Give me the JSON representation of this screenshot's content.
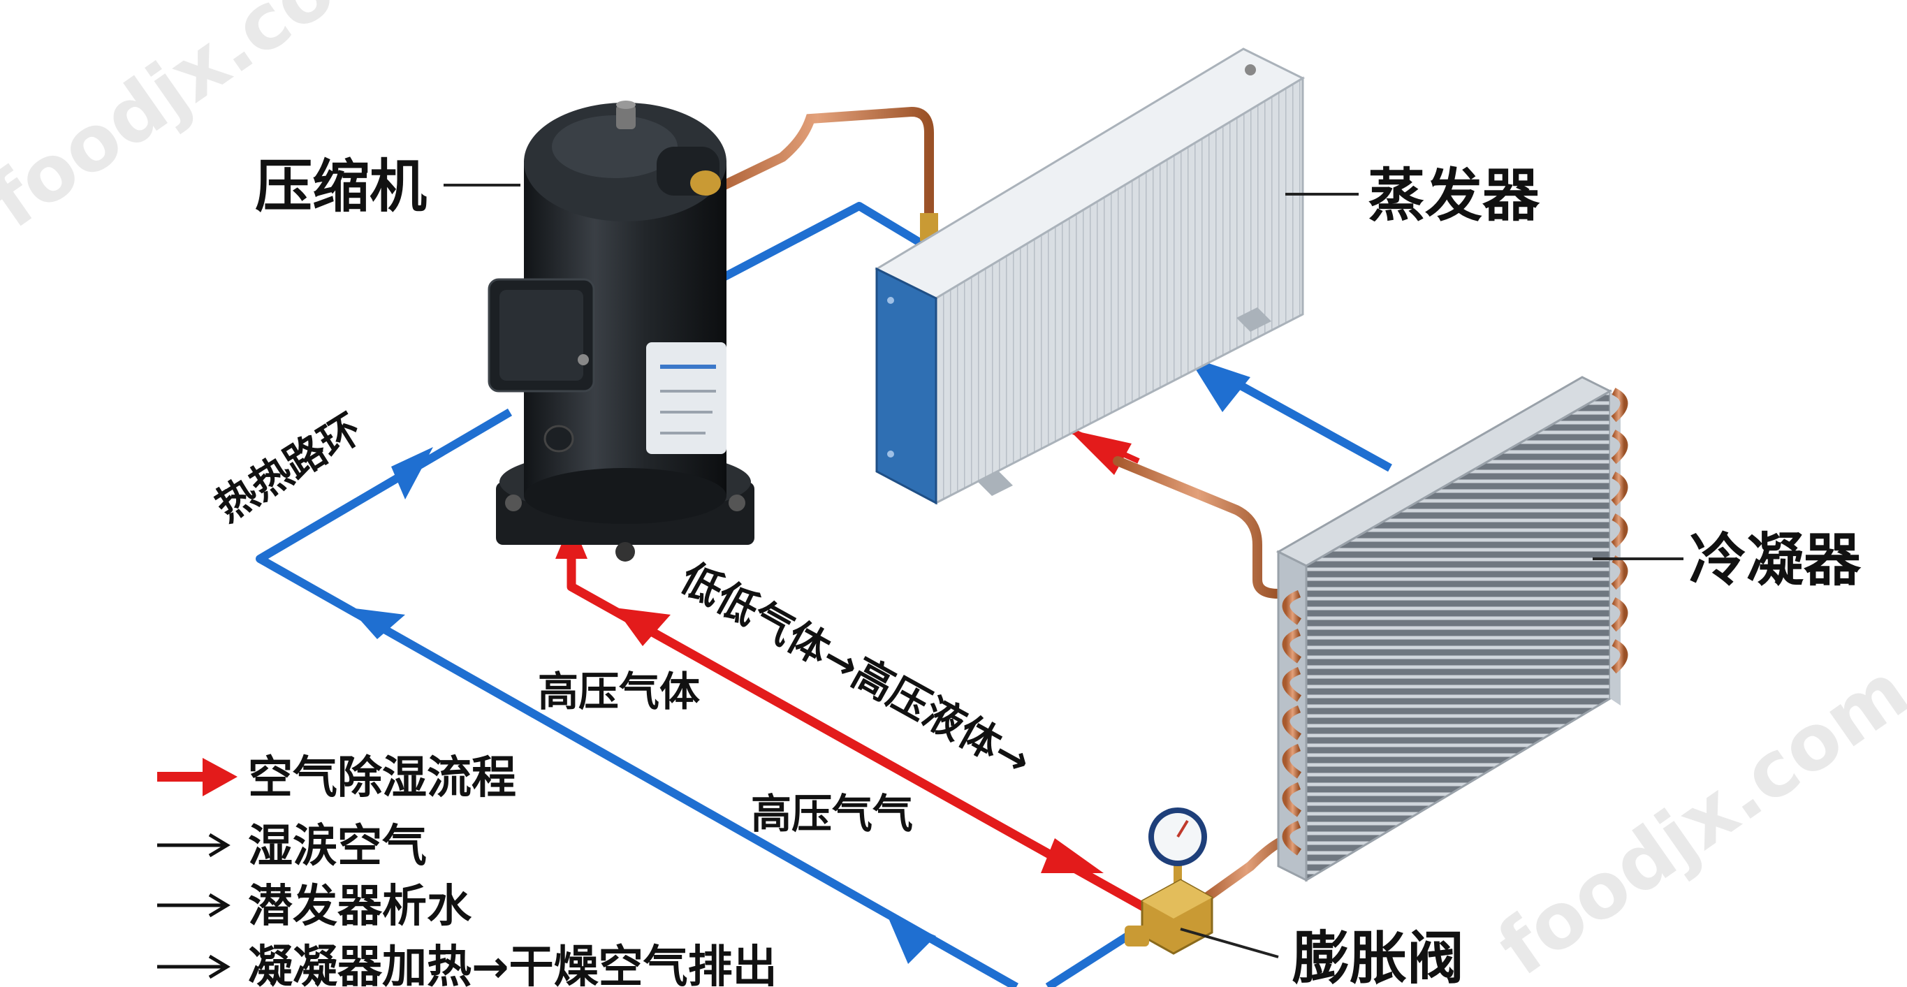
{
  "components": {
    "compressor": "压缩机",
    "evaporator": "蒸发器",
    "condenser": "冷凝器",
    "expansion_valve": "膨胀阀"
  },
  "flow_labels": {
    "loop": "热热路环",
    "low_gas_to_liquid": "低低气体→高压液体→",
    "high_gas_1": "高压气体",
    "high_gas_2": "高压气气"
  },
  "legend": [
    {
      "text": "空气除湿流程",
      "arrow": "red"
    },
    {
      "text": "湿涙空气",
      "arrow": "black"
    },
    {
      "text": "潜发器析水",
      "arrow": "black"
    },
    {
      "text": "凝凝器加热→干燥空气排出",
      "arrow": "black"
    }
  ],
  "watermark": "foodjx.com",
  "colors": {
    "blue_pipe": "#1f6fd1",
    "red_pipe": "#e31b1b",
    "copper": "#c8794a",
    "compressor": "#262a2e",
    "evaporator_frame": "#2f6fb3",
    "fins": "#b9c1c9"
  }
}
